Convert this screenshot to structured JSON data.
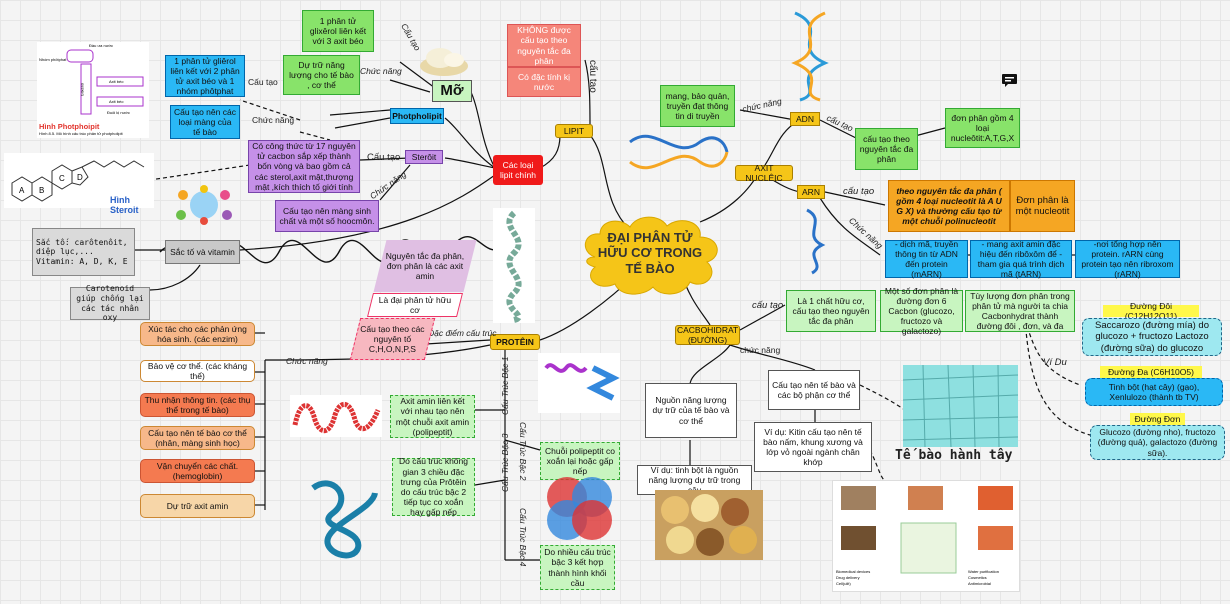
{
  "center": "ĐẠI PHÂN TỬ HỮU CƠ TRONG TẾ BÀO",
  "lipit": {
    "label": "LIPIT",
    "cac_loai": "Các loại lipit chính",
    "khong_cau_tao": "KHÔNG được cấu tạo theo nguyên tắc đa phân",
    "ky_nuoc": "Có đặc tính kị nước",
    "cau_tao_label": "cấu tạo",
    "mo": {
      "label": "Mỡ",
      "cau_tao": "1 phân tử glixêrol liên kết với 3 axit béo",
      "chuc_nang": "Dự trữ năng lượng cho tế bào , cơ thể",
      "cau_tao_lbl": "Cấu tạo",
      "chuc_nang_lbl": "Chức năng"
    },
    "photpholipit": {
      "label": "Photpholipit",
      "cau_tao": "1 phân tử gliêrol liên kết với 2 phân tử axit béo và 1 nhóm phôtphat",
      "chuc_nang": "Cấu tạo nên các loại màng của tế bào",
      "cau_tao_lbl": "Cấu tạo",
      "chuc_nang_lbl": "Chức năng",
      "img_title": "Hình Photphoipit",
      "img_caption": "Hình 8.5. Mô hình cấu trúc phân tử photpholipit",
      "img_labels": [
        "Đầu ưa nước",
        "Nhóm phôtphat",
        "Axit béo",
        "Axit béo",
        "Đuôi kị nước",
        "Glixêrol"
      ]
    },
    "steroit": {
      "label": "Sterôit",
      "cau_tao": "Có công thức từ 17 nguyên tử cacbon sắp xếp thành bốn vòng và bao gồm cả các sterol,axit mật,thượng mật ,kích thích tố giới tính",
      "chuc_nang": "Cấu tạo nên màng sinh chất và một số hoocmôn.",
      "cau_tao_lbl": "Cấu tạo",
      "chuc_nang_lbl": "Chức năng",
      "img_title": "Hình Steroit",
      "ring_labels": [
        "A",
        "B",
        "C",
        "D"
      ]
    },
    "sac_to": {
      "label": "Sắc tố và vitamin",
      "detail": "Sắc tố: carôtenôit, diệp lục,... Vitamin: A, D, K, E",
      "caroten": "Carotenoid giúp chống lại các tác nhân oxy"
    }
  },
  "protein": {
    "label": "PROTÊIN",
    "dac_diem_lbl": "Đặc điểm cấu trúc",
    "chuc_nang_lbl": "Chức năng",
    "dac_diem": [
      "Nguyên tắc đa phân, đơn phân là các axit amin",
      "Là đại phân tử hữu cơ",
      "Cấu tạo theo các nguyên tố C,H,O,N,P,S"
    ],
    "chuc_nang": [
      "Xúc tác cho các phản ứng hóa sinh. (các enzim)",
      "Bảo vệ cơ thể. (các kháng thể)",
      "Thu nhận thông tin. (các thụ thể trong tế bào)",
      "Cấu tạo nên tế bào cơ thể (nhân, màng sinh học)",
      "Vận chuyển các chất. (hemoglobin)",
      "Dự trữ axit amin"
    ],
    "bac": [
      {
        "label": "Cấu Trúc Bậc 1",
        "text": "Axit amin liên kết với nhau tạo nên một chuỗi axit amin (polipeptit)"
      },
      {
        "label": "Cấu Trúc Bậc 2",
        "text": "Chuỗi polipeptit co xoắn lại hoặc gấp nếp"
      },
      {
        "label": "Cấu Trúc Bậc 3",
        "text": "Do cấu trúc không gian 3 chiều đặc trưng của Prôtêin do cấu trúc bậc 2 tiếp tục co xoắn hay gấp nếp"
      },
      {
        "label": "Cấu Trúc Bậc 4",
        "text": "Do nhiều cấu trúc bậc 3 kết hợp thành hình khối cầu"
      }
    ]
  },
  "axit_nucleic": {
    "label": "AXIT NUCLÊIC",
    "adn": {
      "label": "ADN",
      "chuc_nang": "mang, bảo quản, truyền đạt thông tin di truyền",
      "cau_tao": "cấu tạo theo nguyên tắc đa phân",
      "don_phan": "đơn phân gồm 4 loại nucleôtit:A,T,G,X",
      "chuc_nang_lbl": "chức năng",
      "cau_tao_lbl": "cấu tạo"
    },
    "arn": {
      "label": "ARN",
      "cau_tao": "theo nguyên tắc đa phân ( gồm 4 loại nucleotit là A U G X) và thường cấu tạo từ một chuỗi polinucleotit",
      "don_phan": "Đơn phân là một nucleotit",
      "chuc_nang": [
        "- dịch mã, truyền thông tin từ ADN đến protein (mARN)",
        "- mang axit amin đặc hiệu đến ribôxôm để -tham gia quá trình dịch mã (tARN)",
        "-nơi tổng hợp nên protein. rARN cùng protein tạo nên ribroxom (rARN)"
      ],
      "cau_tao_lbl": "cấu tạo",
      "chuc_nang_lbl": "Chức năng"
    }
  },
  "cacbohidrat": {
    "label": "CACBOHIDRAT (ĐƯỜNG)",
    "cau_tao_lbl": "cấu tạo",
    "chuc_nang_lbl": "chức năng",
    "vi_du_lbl": "Ví Du",
    "cau_tao": [
      "Là 1 chất hữu cơ, cấu tạo theo nguyên tắc đa phân",
      "Một số đơn phân là đường đơn 6 Cacbon (glucozo, fructozo và galactozo)",
      "Tùy lượng đơn phân trong phân tử mà người ta chia Cacbonhydrat thành đường đôi , đơn, và đa"
    ],
    "duong_doi": {
      "title": "Đường Đôi (C12H12O11)",
      "text": "Saccarozo (đường mía) do glucozo + fructozo Lactozo (đường sữa) do glucozo"
    },
    "duong_da": {
      "title": "Đường Đa (C6H10O5)",
      "text": "Tinh bột (hạt cây) (gạo), Xenlulozo (thành tb TV)"
    },
    "duong_don": {
      "title": "Đường Đơn",
      "text": "Glucozo (đường nho), fructozo (đường quả), galactozo (đường sữa)."
    },
    "chuc_nang": [
      {
        "text": "Nguồn năng lượng dự trữ của tế bào và cơ thể",
        "vi_du": "Ví dụ: tinh bột là nguồn năng lượng dự trữ trong cây"
      },
      {
        "text": "Cấu tạo nên tế bào và các bộ phận cơ thể",
        "vi_du": "Ví dụ: Kitin cấu tạo nên tế bào nấm, khung xương và lớp vỏ ngoài ngành chân khớp"
      }
    ],
    "te_bao_label": "Tế bào hành tây",
    "chitin_labels": [
      "Biomedical devices",
      "Drug delivery",
      "Cell(ulit)",
      "Water purification",
      "Cosmetics",
      "Antimicrobial"
    ]
  },
  "colors": {
    "center": "#f5c518",
    "green": "#88e36a",
    "blue": "#2ab8f5",
    "purple": "#c590e8",
    "red": "#f01a1a",
    "orange": "#f5a623",
    "salmon": "#f7a08a",
    "cyan": "#9ee8f0",
    "lgreen": "#c8f5c0"
  }
}
